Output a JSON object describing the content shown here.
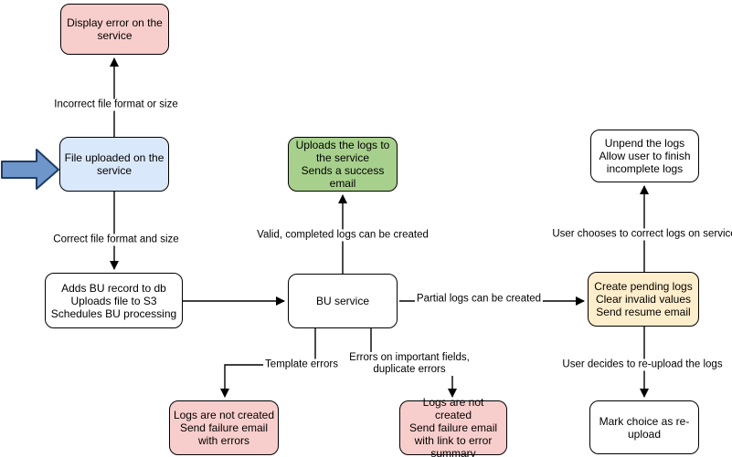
{
  "diagram": {
    "background_color": "#ffffff",
    "stroke_color": "#000000",
    "nodes": {
      "display_error": {
        "text": "Display error on the\nservice",
        "fill": "#f8cecc"
      },
      "file_uploaded": {
        "text": "File uploaded on the\nservice",
        "fill": "#dae8fc"
      },
      "adds_bu_record": {
        "text": "Adds BU record to db\nUploads file to S3\nSchedules BU processing",
        "fill": "#ffffff"
      },
      "uploads_logs": {
        "text": "Uploads the logs to\nthe service\nSends a success\nemail",
        "fill": "#a8d08d"
      },
      "bu_service": {
        "text": "BU service",
        "fill": "#ffffff"
      },
      "logs_not_created_errors": {
        "text": "Logs are not created\nSend failure email\nwith errors",
        "fill": "#f8cecc"
      },
      "logs_not_created_summary": {
        "text": "Logs are not created\nSend failure email\nwith link to error\nsummary",
        "fill": "#f8cecc"
      },
      "create_pending": {
        "text": "Create pending logs\nClear invalid values\nSend resume email",
        "fill": "#ffeecb"
      },
      "unpend_logs": {
        "text": "Unpend the logs\nAllow user to finish\nincomplete logs",
        "fill": "#ffffff"
      },
      "mark_reupload": {
        "text": "Mark choice as re-\nupload",
        "fill": "#ffffff"
      }
    },
    "edge_labels": {
      "incorrect_format": "Incorrect file format or size",
      "correct_format": "Correct file format and size",
      "valid_logs": "Valid, completed logs can be created",
      "partial_logs": "Partial logs can be created",
      "template_errors": "Template errors",
      "important_field_errors": "Errors on important fields,\nduplicate errors",
      "user_corrects": "User chooses to correct logs on service",
      "user_reuploads": "User decides to re-upload the logs"
    },
    "input_arrow": {
      "fill": "#6e96ca",
      "stroke": "#1f3c64"
    }
  }
}
